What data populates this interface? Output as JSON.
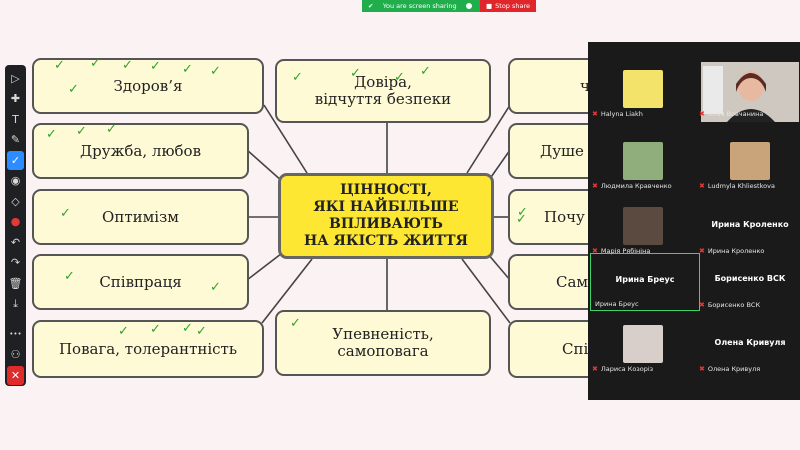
{
  "share_bar": {
    "status": "You are screen sharing",
    "stop": "Stop share"
  },
  "toolbar": {
    "tools": [
      {
        "id": "select",
        "glyph": "▷"
      },
      {
        "id": "move",
        "glyph": "✚"
      },
      {
        "id": "text",
        "glyph": "T"
      },
      {
        "id": "pen",
        "glyph": "✎"
      },
      {
        "id": "check",
        "glyph": "✓"
      },
      {
        "id": "spotlight",
        "glyph": "◉"
      },
      {
        "id": "eraser",
        "glyph": "◇"
      },
      {
        "id": "color",
        "glyph": "●"
      },
      {
        "id": "undo",
        "glyph": "↶"
      },
      {
        "id": "redo",
        "glyph": "↷"
      },
      {
        "id": "clear",
        "glyph": "🗑"
      },
      {
        "id": "save",
        "glyph": "⤓"
      },
      {
        "id": "more",
        "glyph": "•••"
      },
      {
        "id": "share-controls",
        "glyph": "⚇"
      },
      {
        "id": "close",
        "glyph": "✕"
      }
    ]
  },
  "slide": {
    "center": "ЦІННОСТІ,\nЯКІ НАЙБІЛЬШЕ\nВПЛИВАЮТЬ\nНА ЯКІСТЬ ЖИТТЯ",
    "left": [
      "Здоров’я",
      "Дружба, любов",
      "Оптимізм",
      "Співпраця",
      "Повага, толерантність"
    ],
    "middle": [
      "Довіра,\nвідчуття безпеки",
      "Упевненість,\nсамоповага"
    ],
    "right": [
      "ч",
      "Душе",
      "Почу",
      "Сам",
      "Спі"
    ]
  },
  "participants": [
    {
      "name": "Halyna Liakh",
      "type": "photo",
      "color": "#f4e36b"
    },
    {
      "name": "Лілія Вовчанина",
      "type": "video"
    },
    {
      "name": "Людмила Кравченко",
      "type": "photo",
      "color": "#8fae7c"
    },
    {
      "name": "Ludmyla Khliestkova",
      "type": "photo",
      "color": "#c9a37a"
    },
    {
      "name": "Марія Рябініна",
      "type": "photo",
      "color": "#5b4a3f"
    },
    {
      "name": "Ирина Кроленко",
      "type": "name"
    },
    {
      "name": "Ирина Бреус",
      "type": "name",
      "speaking": true
    },
    {
      "name": "Борисенко ВСК",
      "type": "name"
    },
    {
      "name": "Лариса Козоріз",
      "type": "photo",
      "color": "#d8cfcb"
    },
    {
      "name": "Олена Кривуля",
      "type": "name"
    }
  ],
  "colors": {
    "share_green": "#1fae4b",
    "stop_red": "#e0262a",
    "box_fill": "#fffad6",
    "center_fill": "#fde733",
    "check": "#2aa52a",
    "active_speaker": "#3fd16c"
  }
}
